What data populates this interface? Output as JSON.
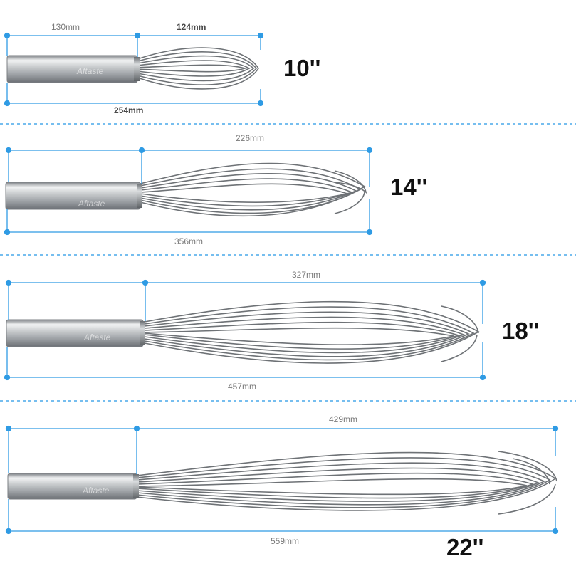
{
  "colors": {
    "dimension_line": "#2f9be4",
    "separator": "#48a8ea",
    "steel_light": "#e6e8ea",
    "steel_dark": "#8a8e92",
    "wire": "#6e7276"
  },
  "whisks": [
    {
      "size_label": "10''",
      "handle_label": "130mm",
      "wire_label": "124mm",
      "total_label": "254mm"
    },
    {
      "size_label": "14''",
      "wire_label": "226mm",
      "total_label": "356mm"
    },
    {
      "size_label": "18''",
      "wire_label": "327mm",
      "total_label": "457mm"
    },
    {
      "size_label": "22''",
      "wire_label": "429mm",
      "total_label": "559mm"
    }
  ],
  "watermark": "Aftaste"
}
